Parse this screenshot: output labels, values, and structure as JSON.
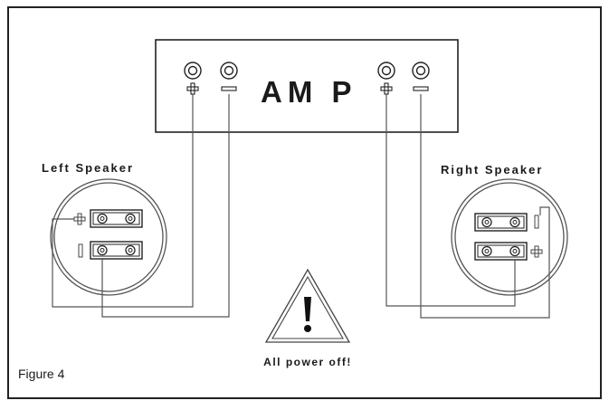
{
  "amp": {
    "label": "AM P"
  },
  "left_speaker": {
    "label": "Left Speaker"
  },
  "right_speaker": {
    "label": "Right Speaker"
  },
  "warning": {
    "label": "All power off!"
  },
  "figure": {
    "caption": "Figure 4"
  },
  "colors": {
    "line": "#1a1a1a",
    "background": "#ffffff",
    "gray_line": "#555555"
  },
  "icons": [
    "warning-triangle-icon",
    "plus-sign",
    "minus-sign",
    "binding-post"
  ]
}
